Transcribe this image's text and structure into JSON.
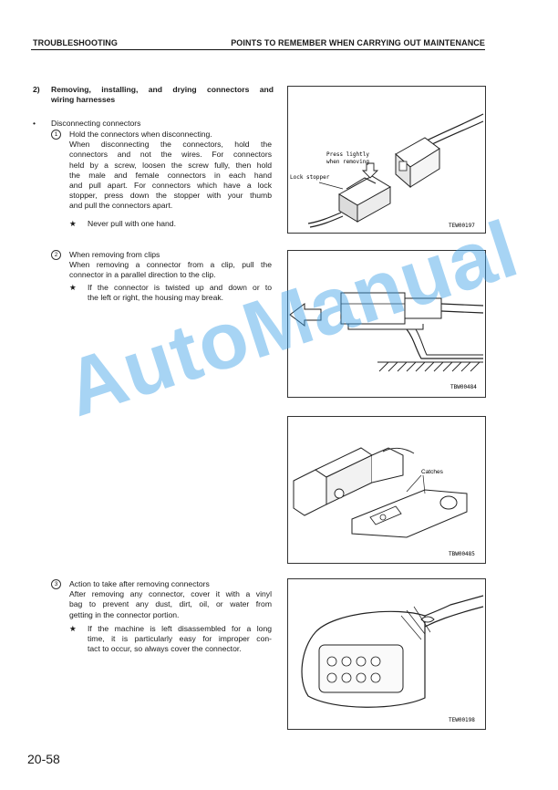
{
  "header": {
    "left": "TROUBLESHOOTING",
    "right": "POINTS TO REMEMBER WHEN CARRYING OUT MAINTENANCE"
  },
  "section": {
    "number": "2)",
    "title_line1": "Removing, installing, and drying connectors and",
    "title_line2": "wiring harnesses"
  },
  "bullet": {
    "marker": "•",
    "text": "Disconnecting connectors"
  },
  "step1": {
    "marker": "1",
    "lines": [
      "Hold the connectors when disconnecting.",
      "When disconnecting the connectors, hold the",
      "connectors and not the wires. For connectors",
      "held by a screw, loosen the screw fully, then hold",
      "the male and female connectors in each hand",
      "and pull apart. For connectors which have a lock",
      "stopper, press down the stopper with your thumb",
      "and pull the connectors apart."
    ],
    "star": "★",
    "note": "Never pull with one hand."
  },
  "step2": {
    "marker": "2",
    "lines": [
      "When removing from clips",
      "When removing a connector from a clip, pull the",
      "connector in a parallel direction to the clip."
    ],
    "star": "★",
    "note_lines": [
      "If the connector is twisted up and down or to",
      "the left or right, the housing may break."
    ]
  },
  "step3": {
    "marker": "3",
    "lines": [
      "Action to take after removing connectors",
      "After removing any connector, cover it with a vinyl",
      "bag to prevent any dust, dirt, oil, or water from",
      "getting in the connector portion."
    ],
    "star": "★",
    "note_lines": [
      "If the machine is left disassembled for a long",
      "time, it is particularly easy for improper con-",
      "tact to occur, so always cover the connector."
    ]
  },
  "figures": {
    "fig1": {
      "label_press1": "Press lightly",
      "label_press2": "when removing",
      "label_lock": "Lock stopper",
      "code": "TEW00197"
    },
    "fig2": {
      "code": "TBW00484"
    },
    "fig3": {
      "label_catches": "Catches",
      "code": "TBW00485"
    },
    "fig4": {
      "code": "TEW00198"
    }
  },
  "watermark": "AutoManual",
  "page_number": "20-58"
}
